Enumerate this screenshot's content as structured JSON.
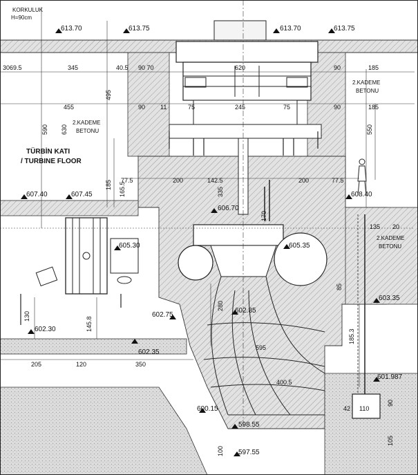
{
  "drawing": {
    "railing_note": [
      "KORKULUK",
      "H=90cm"
    ],
    "floor_label": [
      "TÜRBİN KATI",
      "/ TURBINE FLOOR"
    ],
    "concrete_labels": {
      "left": [
        "2.KADEME",
        "BETONU"
      ],
      "upper_right": [
        "2.KADEME",
        "BETONU"
      ],
      "lower_right": [
        "2.KADEME",
        "BETONU"
      ]
    },
    "elevations": {
      "top_left_1": "613.70",
      "top_left_2": "613.75",
      "top_right_1": "613.70",
      "top_right_2": "613.75",
      "left_1": "607.40",
      "left_2": "607.45",
      "right_floor": "608.40",
      "center": "606.70",
      "gen_left": "605.30",
      "gen_right": "605.35",
      "right_low": "603.35",
      "lower_left_1": "602.30",
      "lower_left_2": "602.35",
      "mid_left": "602.75",
      "mid_center": "602.85",
      "draft_right": "601.987",
      "pit": "600.15",
      "bottom_1": "598.55",
      "bottom_2": "597.55"
    },
    "dimensions": {
      "d_3069_5": "3069.5",
      "d_345": "345",
      "d_40_5": "40.5",
      "d_90_70": "90 70",
      "d_620": "620",
      "d_90_r": "90",
      "d_185_r": "185",
      "d_455": "455",
      "d_90_l": "90",
      "d_11": "11",
      "d_75_l": "75",
      "d_245": "245",
      "d_75_r": "75",
      "d_90_r2": "90",
      "d_185_r2": "185",
      "d_590": "590",
      "d_630": "630",
      "d_495": "495",
      "d_550": "550",
      "d_77_5_l": "77.5",
      "d_200_l": "200",
      "d_142_5": "142.5",
      "d_200_r": "200",
      "d_77_5_r": "77.5",
      "d_185_v": "185",
      "d_165_5": "165.5",
      "d_335": "335",
      "d_170": "170",
      "d_135": "135",
      "d_20": "20",
      "d_130": "130",
      "d_145_8": "145.8",
      "d_280": "280",
      "d_85": "85",
      "d_595": "595",
      "d_205": "205",
      "d_120": "120",
      "d_350": "350",
      "d_400_5": "400.5",
      "d_185_3": "185.3",
      "d_42": "42",
      "d_110": "110",
      "d_90_b": "90",
      "d_105": "105",
      "d_100": "100"
    }
  }
}
